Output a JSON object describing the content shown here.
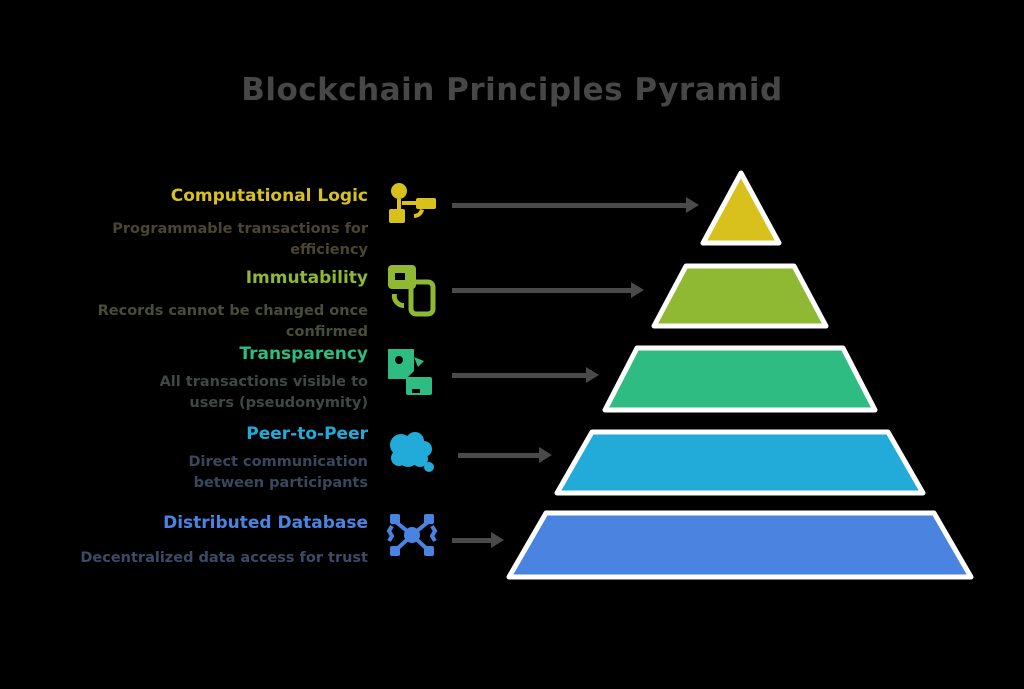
{
  "title": "Blockchain Principles Pyramid",
  "title_color": "#474747",
  "background_color": "#000000",
  "arrow_color": "#4a4a4a",
  "levels": [
    {
      "label": "Computational Logic",
      "description": "Programmable transactions for efficiency",
      "color": "#d8c11c",
      "desc_color": "#4a4433",
      "icon": "flowchart-icon"
    },
    {
      "label": "Immutability",
      "description": "Records cannot be changed once confirmed",
      "color": "#8fb933",
      "desc_color": "#474d3a",
      "icon": "blocks-icon"
    },
    {
      "label": "Transparency",
      "description": "All transactions visible to users (pseudonymity)",
      "color": "#2fbc82",
      "desc_color": "#3c4a43",
      "icon": "document-eye-icon"
    },
    {
      "label": "Peer-to-Peer",
      "description": "Direct communication between participants",
      "color": "#22aad8",
      "desc_color": "#39475c",
      "icon": "brain-icon"
    },
    {
      "label": "Distributed Database",
      "description": "Decentralized data access for trust",
      "color": "#4b83e1",
      "desc_color": "#3d4a66",
      "icon": "network-icon"
    }
  ]
}
